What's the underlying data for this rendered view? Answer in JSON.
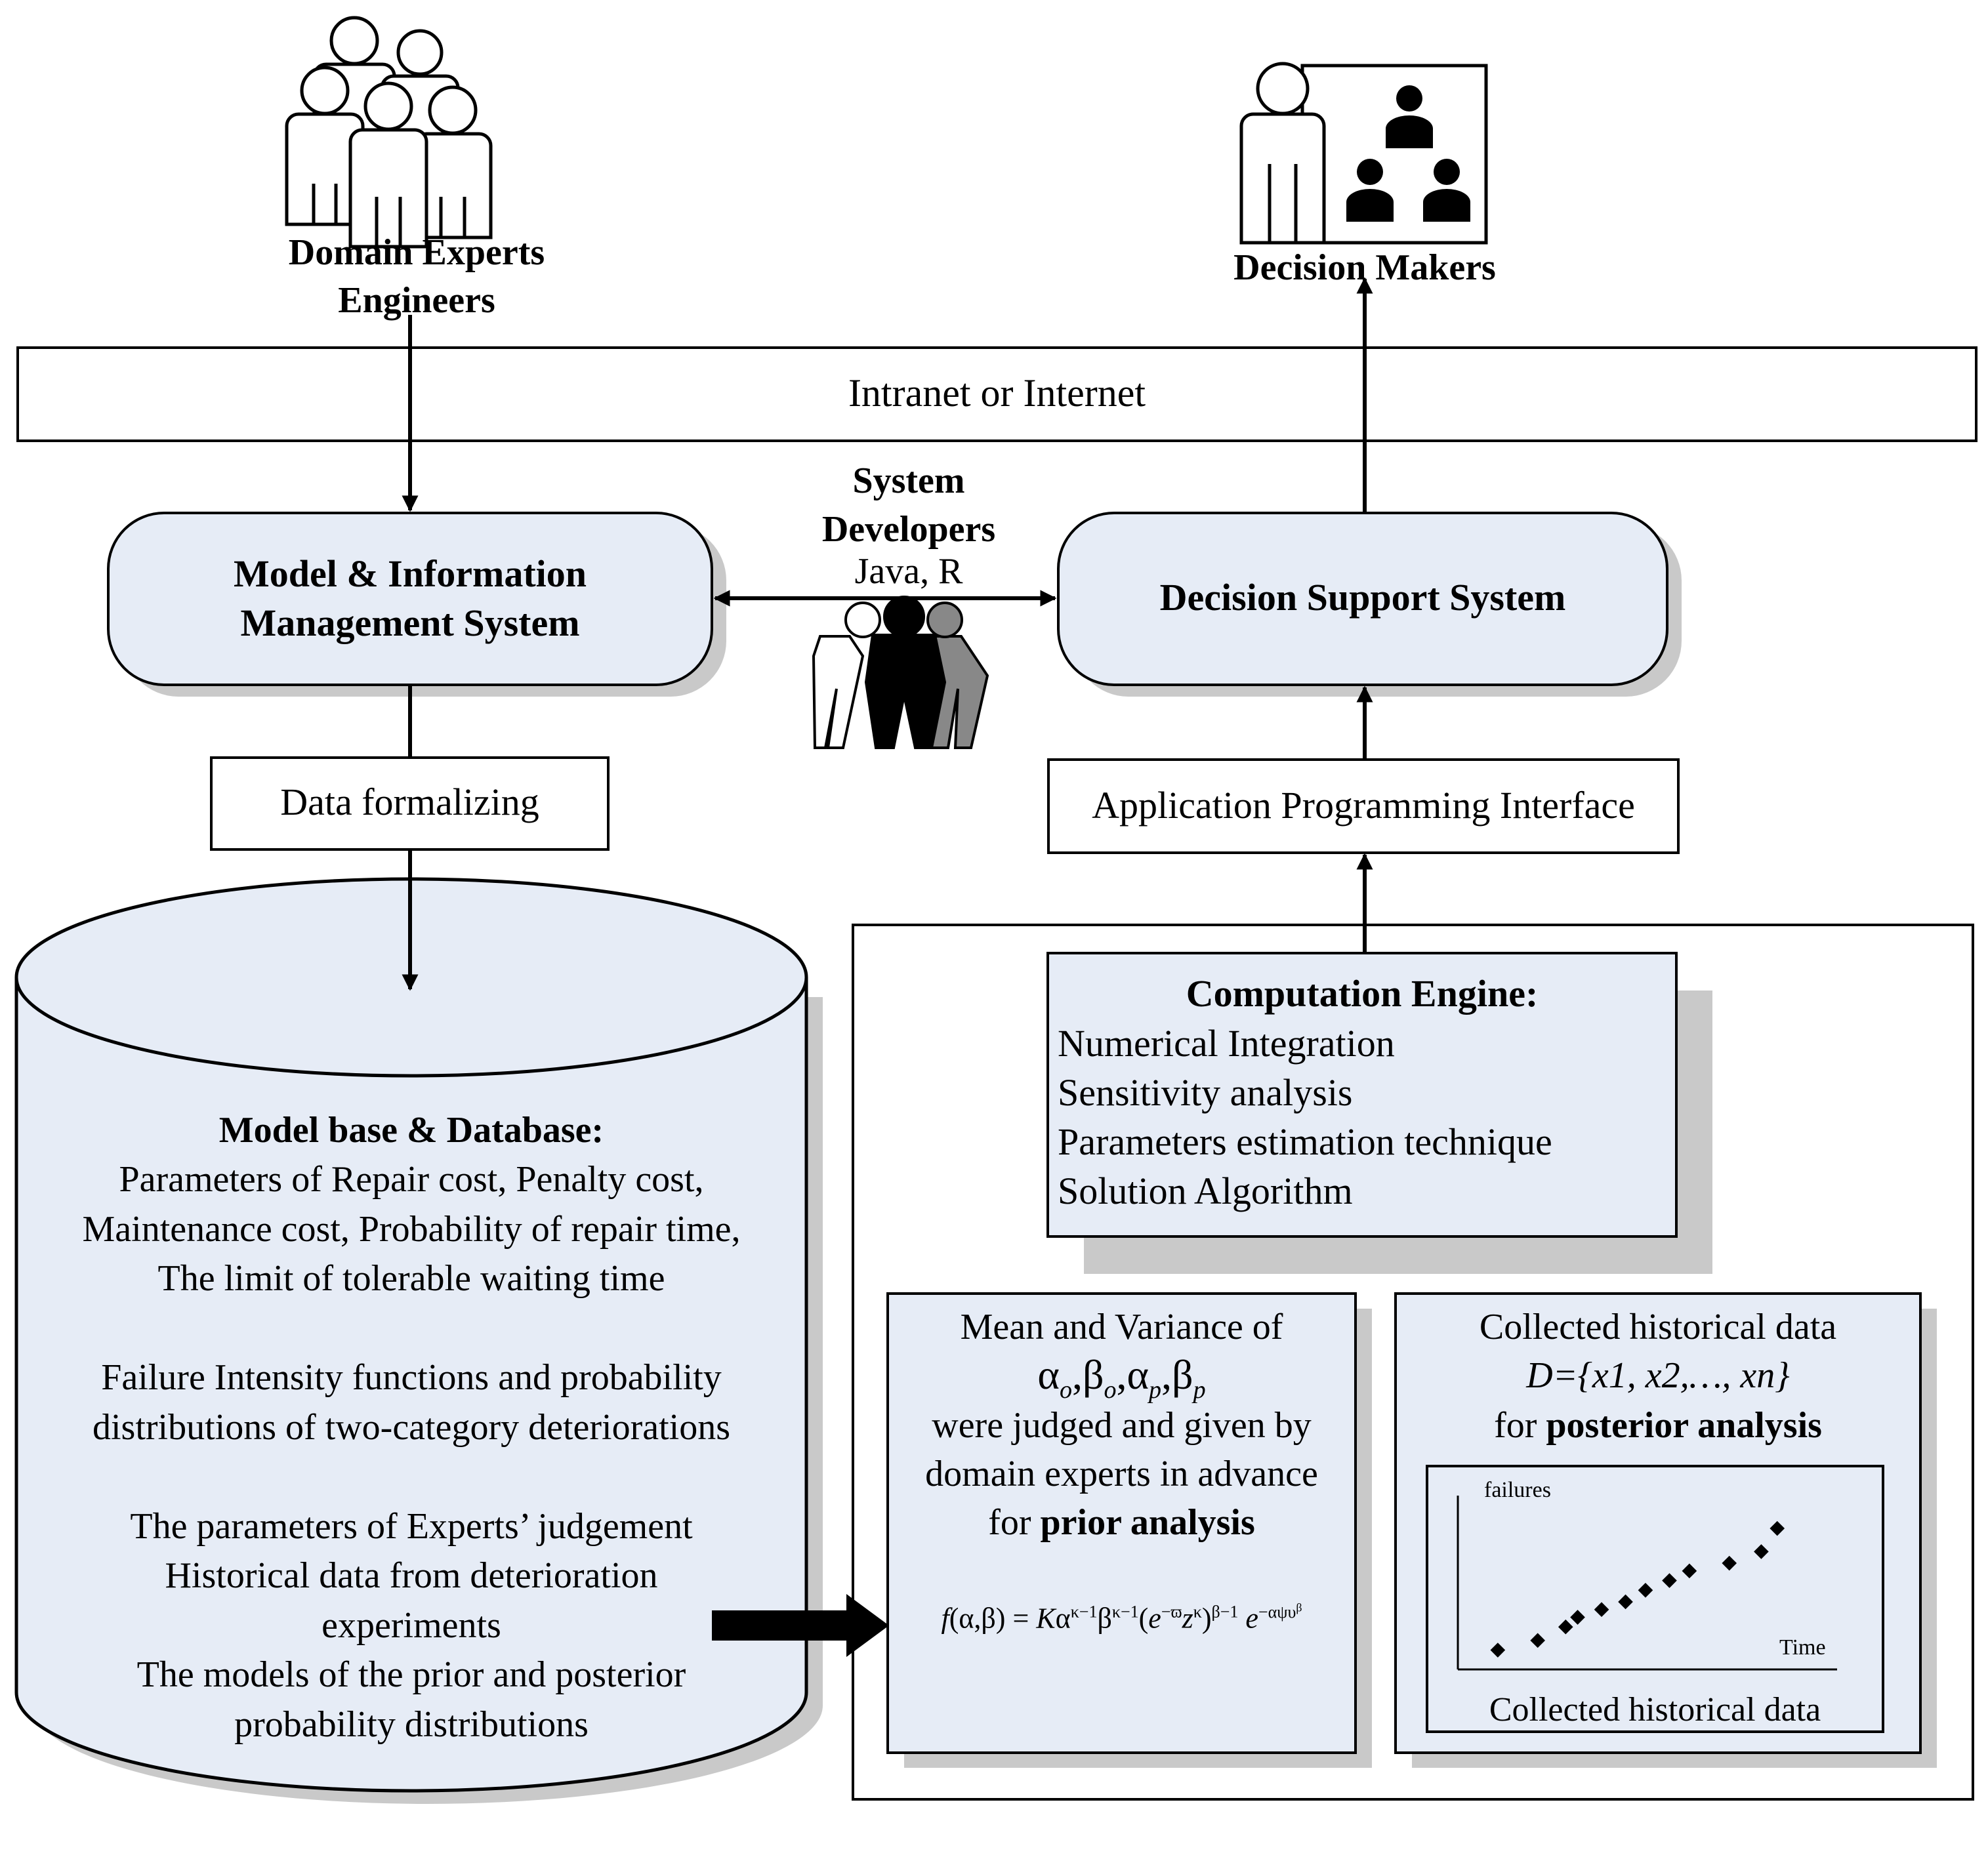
{
  "colors": {
    "box_fill": "#e6ecf6",
    "shadow": "#c9c9c9",
    "stroke": "#000000",
    "dev_gray": "#888888"
  },
  "icons": [
    "people-group-icon",
    "presenter-icon",
    "developers-group-icon",
    "arrow-icon"
  ],
  "labels": {
    "domain_experts": "Domain Experts",
    "engineers": "Engineers",
    "decision_makers": "Decision Makers",
    "network": "Intranet or Internet",
    "system_developers_1": "System",
    "system_developers_2": "Developers",
    "tools": "Java, R",
    "mims_1": "Model & Information",
    "mims_2": "Management System",
    "dss": "Decision Support System",
    "data_formalizing": "Data formalizing",
    "api": "Application Programming Interface",
    "db_title": "Model base & Database:",
    "db_lines": [
      "Parameters of Repair cost, Penalty cost,",
      "Maintenance cost, Probability of repair time,",
      "The limit of tolerable waiting time",
      "",
      "Failure Intensity functions and probability",
      "distributions of  two-category deteriorations",
      "",
      "The parameters of Experts’ judgement",
      "Historical data from deterioration",
      "experiments",
      "The models of the prior and posterior",
      "probability distributions"
    ],
    "engine_title": "Computation Engine:",
    "engine_lines": [
      "Numerical Integration",
      "Sensitivity analysis",
      "Parameters estimation technique",
      "Solution Algorithm"
    ],
    "prior_line1": "Mean and Variance of",
    "prior_greek": "α",
    "prior_line3": "were judged and given by",
    "prior_line4": "domain experts in advance",
    "prior_for": "for ",
    "prior_bold": "prior analysis",
    "formula_lhs": "f",
    "formula_args": "(α,β) = ",
    "formula_k": "K",
    "posterior_line1": "Collected historical data",
    "posterior_line2": "D={x1, x2,…, xn}",
    "posterior_for": "for ",
    "posterior_bold": "posterior analysis",
    "chart_caption": "Collected historical  data"
  },
  "chart_data": {
    "type": "scatter",
    "title": "",
    "xlabel": "Time",
    "ylabel": "failures",
    "caption": "Collected historical  data",
    "x": [
      1,
      2,
      2.7,
      3,
      3.6,
      4.2,
      4.7,
      5.3,
      5.8,
      6.8,
      7.6,
      8
    ],
    "y": [
      1,
      1.5,
      2.2,
      2.7,
      3.1,
      3.5,
      4.1,
      4.6,
      5.1,
      5.5,
      6.1,
      7.3
    ],
    "xlim": [
      0,
      9.5
    ],
    "ylim": [
      0,
      9
    ],
    "grid": false,
    "legend": "none"
  }
}
